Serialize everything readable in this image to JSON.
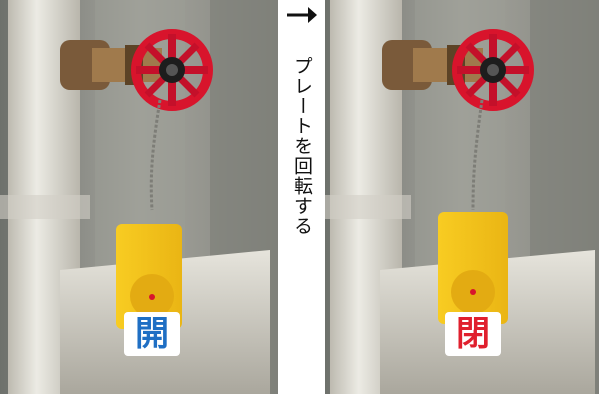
{
  "left_photo": {
    "plate_text": "開",
    "plate_text_color": "#1f6fc4"
  },
  "right_photo": {
    "plate_text": "閉",
    "plate_text_color": "#e0202e"
  },
  "caption": {
    "text": "プレートを回転する"
  },
  "colors": {
    "handle": "#d8142c",
    "plate": "#f5c21a",
    "pipe": "#d9d6cd",
    "wall": "#8e8f8a"
  },
  "icons": {
    "arrow": "right-arrow-icon"
  }
}
